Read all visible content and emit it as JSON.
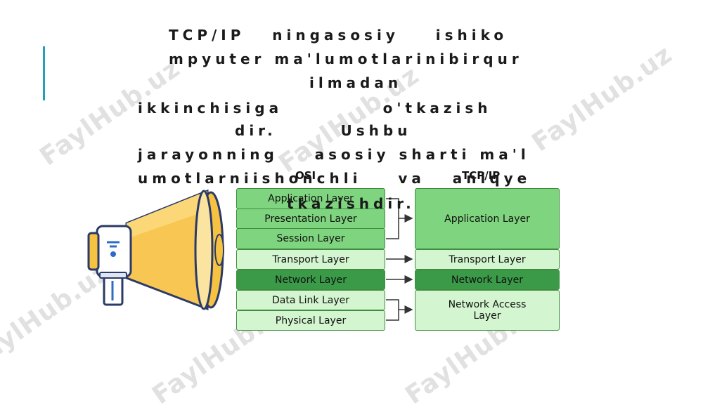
{
  "watermark": "FaylHub.uz",
  "paragraph": {
    "lines": [
      "TCP/IP   ningasosiy    ishiko",
      "mpyuter ma'lumotlarinibirqur",
      "ilmadan",
      "ikkinchisiga           o'tkazish",
      "dir.       Ushbu",
      "jarayonning    asosiy sharti ma'l",
      "umotlarniishonchli    va   aniqye",
      "tkazishdir."
    ]
  },
  "diagram": {
    "osi_title": "OSI",
    "tcpip_title": "TCP/IP",
    "osi_layers": [
      "Application Layer",
      "Presentation Layer",
      "Session Layer",
      "Transport Layer",
      "Network Layer",
      "Data Link Layer",
      "Physical Layer"
    ],
    "tcpip_layers": [
      "Application Layer",
      "Transport Layer",
      "Network Layer",
      "Network Access Layer"
    ]
  }
}
